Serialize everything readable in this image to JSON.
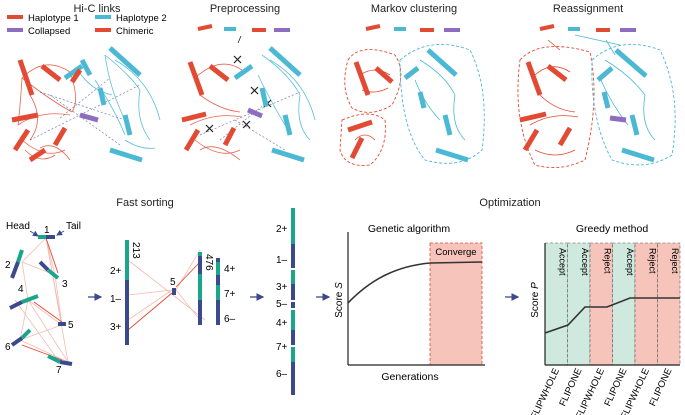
{
  "panels": {
    "hic_links": "Hi-C links",
    "preprocessing": "Preprocessing",
    "markov": "Markov clustering",
    "reassignment": "Reassignment",
    "fast_sorting": "Fast sorting",
    "optimization": "Optimization"
  },
  "legend": {
    "haplotype1": "Haplotype 1",
    "haplotype2": "Haplotype 2",
    "collapsed": "Collapsed",
    "chimeric": "Chimeric"
  },
  "colors": {
    "haplotype1": "#e24a33",
    "haplotype2": "#4bb8d4",
    "collapsed": "#8e6cc0",
    "teal": "#1aa68a",
    "navy": "#3b4a8c",
    "pink": "#f4a9a0",
    "converge_fill": "#f6c4bb",
    "accept_fill": "#cfe9de",
    "reject_fill": "#f6c4bb"
  },
  "sorting": {
    "head": "Head",
    "tail": "Tail",
    "graph_nodes": [
      "1",
      "2",
      "3",
      "4",
      "5",
      "6",
      "7"
    ],
    "chain_a_labels": [
      "2+",
      "1–",
      "3+"
    ],
    "chain_a_top": "213",
    "chain_b_label": "5",
    "chain_c_labels": [
      "4+",
      "7+",
      "6–"
    ],
    "chain_c_top": "476",
    "final_labels": [
      "2+",
      "1–",
      "3+",
      "5–",
      "4+",
      "7+",
      "6–"
    ]
  },
  "genetic": {
    "title": "Genetic algorithm",
    "ylabel_prefix": "Score ",
    "ylabel_var": "S",
    "xlabel": "Generations",
    "converge": "Converge"
  },
  "greedy": {
    "title": "Greedy method",
    "ylabel_prefix": "Score ",
    "ylabel_var": "P",
    "decisions": [
      "Accept",
      "Accept",
      "Reject",
      "Accept",
      "Reject",
      "Reject"
    ],
    "operations": [
      "FLIPWHOLE",
      "FLIPONE",
      "FLIPWHOLE",
      "FLIPONE",
      "FLIPWHOLE",
      "FLIPONE"
    ]
  }
}
